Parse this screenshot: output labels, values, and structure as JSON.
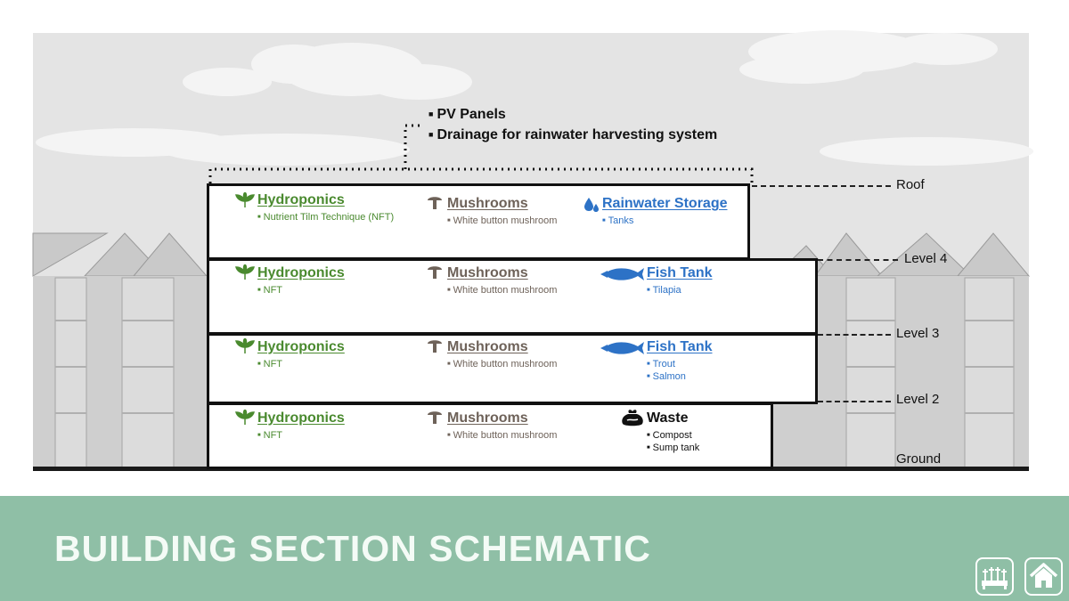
{
  "top_notes": [
    "PV Panels",
    "Drainage for rainwater harvesting system"
  ],
  "level_labels": [
    "Roof",
    "Level 4",
    "Level 3",
    "Level 2",
    "Ground"
  ],
  "floors": [
    {
      "hydro": {
        "title": "Hydroponics",
        "items": [
          "Nutrient Tilm Technique (NFT)"
        ]
      },
      "mush": {
        "title": "Mushrooms",
        "items": [
          "White button mushroom"
        ]
      },
      "third": {
        "title": "Rainwater Storage",
        "items": [
          "Tanks"
        ],
        "icon": "water-drop-icon"
      }
    },
    {
      "hydro": {
        "title": "Hydroponics",
        "items": [
          "NFT"
        ]
      },
      "mush": {
        "title": "Mushrooms",
        "items": [
          "White button mushroom"
        ]
      },
      "third": {
        "title": "Fish Tank",
        "items": [
          "Tilapia"
        ],
        "icon": "fish-icon"
      }
    },
    {
      "hydro": {
        "title": "Hydroponics",
        "items": [
          "NFT"
        ]
      },
      "mush": {
        "title": "Mushrooms",
        "items": [
          "White button mushroom"
        ]
      },
      "third": {
        "title": "Fish Tank",
        "items": [
          "Trout",
          "Salmon"
        ],
        "icon": "fish-icon"
      }
    },
    {
      "hydro": {
        "title": "Hydroponics",
        "items": [
          "NFT"
        ]
      },
      "mush": {
        "title": "Mushrooms",
        "items": [
          "White button mushroom"
        ]
      },
      "third": {
        "title": "Waste",
        "items": [
          "Compost",
          "Sump tank"
        ],
        "icon": "waste-bag-icon"
      }
    }
  ],
  "footer": {
    "title": "BUILDING SECTION SCHEMATIC",
    "buttons": [
      "greenhouse-icon",
      "home-icon"
    ]
  },
  "colors": {
    "hydroponics": "#4a8a2f",
    "mushrooms": "#6e6259",
    "water": "#2d72c6",
    "waste": "#111111",
    "footer": "#8fbfa6"
  }
}
